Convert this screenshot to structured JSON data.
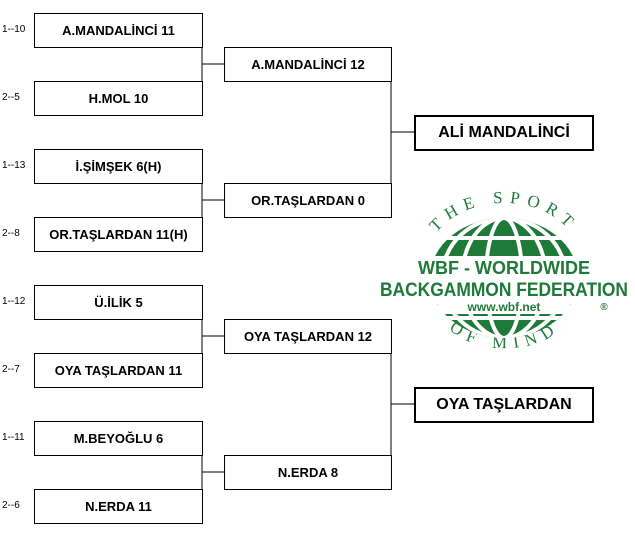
{
  "bracket": {
    "round1": [
      {
        "seed": "1--10",
        "label": "A.MANDALİNCİ  11"
      },
      {
        "seed": "2--5",
        "label": "H.MOL  10"
      },
      {
        "seed": "1--13",
        "label": "İ.ŞİMŞEK 6(H)"
      },
      {
        "seed": "2--8",
        "label": "OR.TAŞLARDAN 11(H)"
      },
      {
        "seed": "1--12",
        "label": "Ü.İLİK  5"
      },
      {
        "seed": "2--7",
        "label": "OYA TAŞLARDAN  11"
      },
      {
        "seed": "1--11",
        "label": "M.BEYOĞLU  6"
      },
      {
        "seed": "2--6",
        "label": "N.ERDA  11"
      }
    ],
    "round2": [
      {
        "label": "A.MANDALİNCİ  12"
      },
      {
        "label": "OR.TAŞLARDAN  0"
      },
      {
        "label": "OYA TAŞLARDAN  12"
      },
      {
        "label": "N.ERDA  8"
      }
    ],
    "finals": [
      {
        "label": "ALİ MANDALİNCİ"
      },
      {
        "label": "OYA TAŞLARDAN"
      }
    ]
  },
  "logo": {
    "top_arc": "THE SPORT",
    "bottom_arc": "OF MIND",
    "line1": "WBF - WORLDWIDE",
    "line2": "BACKGAMMON FEDERATION",
    "url": "www.wbf.net",
    "registered": "®",
    "color": "#1f7a3a"
  }
}
